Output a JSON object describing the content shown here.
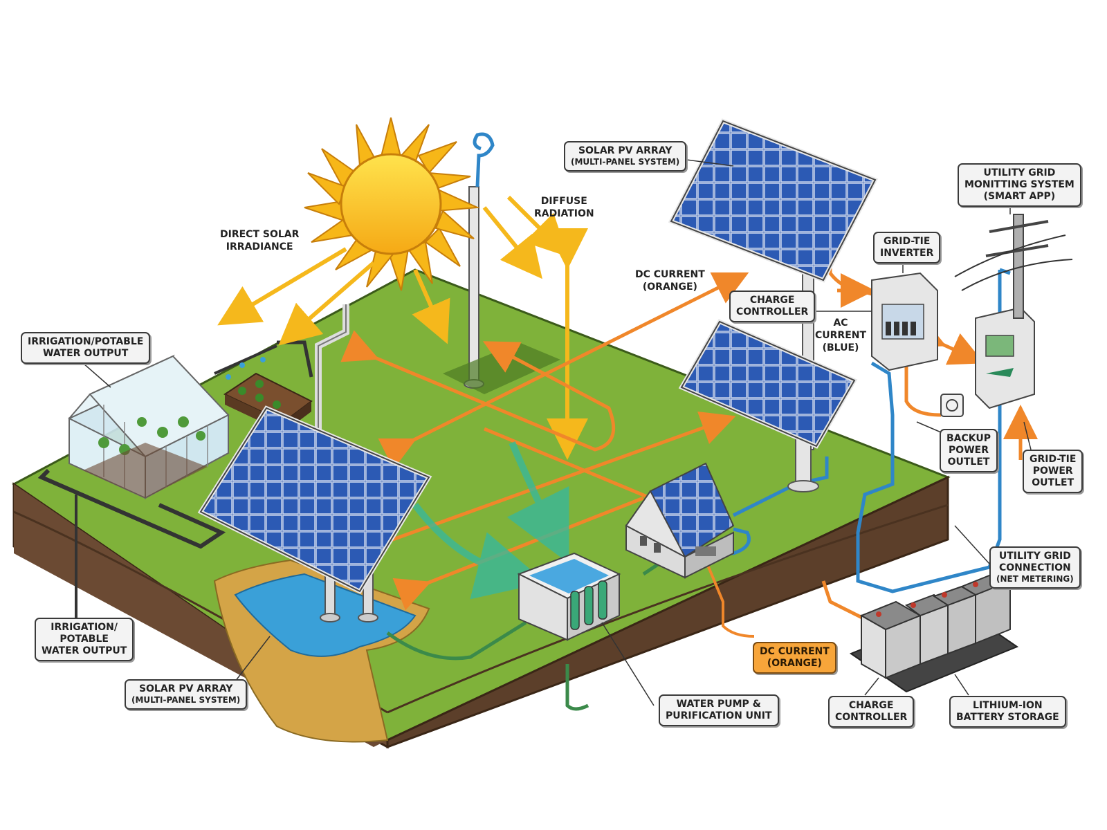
{
  "labels": {
    "solar_pv_top": {
      "line1": "SOLAR PV ARRAY",
      "line2": "(MULTI-PANEL SYSTEM)"
    },
    "utility_monitor": {
      "line1": "UTILITY GRID",
      "line2": "MONITTING SYSTEM",
      "line3": "(SMART APP)"
    },
    "diffuse_radiation": {
      "line1": "DIFFUSE",
      "line2": "RADIATION"
    },
    "direct_irradiance": {
      "line1": "DIRECT SOLAR",
      "line2": "IRRADIANCE"
    },
    "dc_current_upper": {
      "line1": "DC CURRENT",
      "line2": "(ORANGE)"
    },
    "grid_tie_inverter": {
      "line1": "GRID-TIE",
      "line2": "INVERTER"
    },
    "charge_controller_upper": {
      "line1": "CHARGE",
      "line2": "CONTROLLER"
    },
    "ac_current": {
      "line1": "AC",
      "line2": "CURRENT",
      "line3": "(BLUE)"
    },
    "irrigation_upper": {
      "line1": "IRRIGATION/POTABLE",
      "line2": "WATER OUTPUT"
    },
    "backup_outlet": {
      "line1": "BACKUP",
      "line2": "POWER",
      "line3": "OUTLET"
    },
    "grid_tie_outlet": {
      "line1": "GRID-TIE",
      "line2": "POWER",
      "line3": "OUTLET"
    },
    "utility_connection": {
      "line1": "UTILITY GRID",
      "line2": "CONNECTION",
      "line3": "(NET METERING)"
    },
    "irrigation_lower": {
      "line1": "IRRIGATION/",
      "line2": "POTABLE",
      "line3": "WATER OUTPUT"
    },
    "dc_current_lower": {
      "line1": "DC CURRENT",
      "line2": "(ORANGE)"
    },
    "solar_pv_bottom": {
      "line1": "SOLAR PV ARRAY",
      "line2": "(MULTI-PANEL SYSTEM)"
    },
    "water_pump": {
      "line1": "WATER PUMP &",
      "line2": "PURIFICATION UNIT"
    },
    "charge_controller_lower": {
      "line1": "CHARGE",
      "line2": "CONTROLLER"
    },
    "battery_storage": {
      "line1": "LITHIUM-ION",
      "line2": "BATTERY STORAGE"
    }
  },
  "colors": {
    "dc_current": "#f0872a",
    "ac_current": "#2f86c8",
    "solar_ray": "#f5b81c",
    "grass": "#7fb23a",
    "soil": "#6b4a33",
    "panel": "#1f3f8a",
    "water": "#3aa0d8"
  },
  "icons": [
    "sun-icon",
    "solar-panel-icon",
    "greenhouse-icon",
    "house-icon",
    "water-tank-icon",
    "battery-icon",
    "inverter-icon",
    "utility-pole-icon",
    "outlet-icon"
  ]
}
